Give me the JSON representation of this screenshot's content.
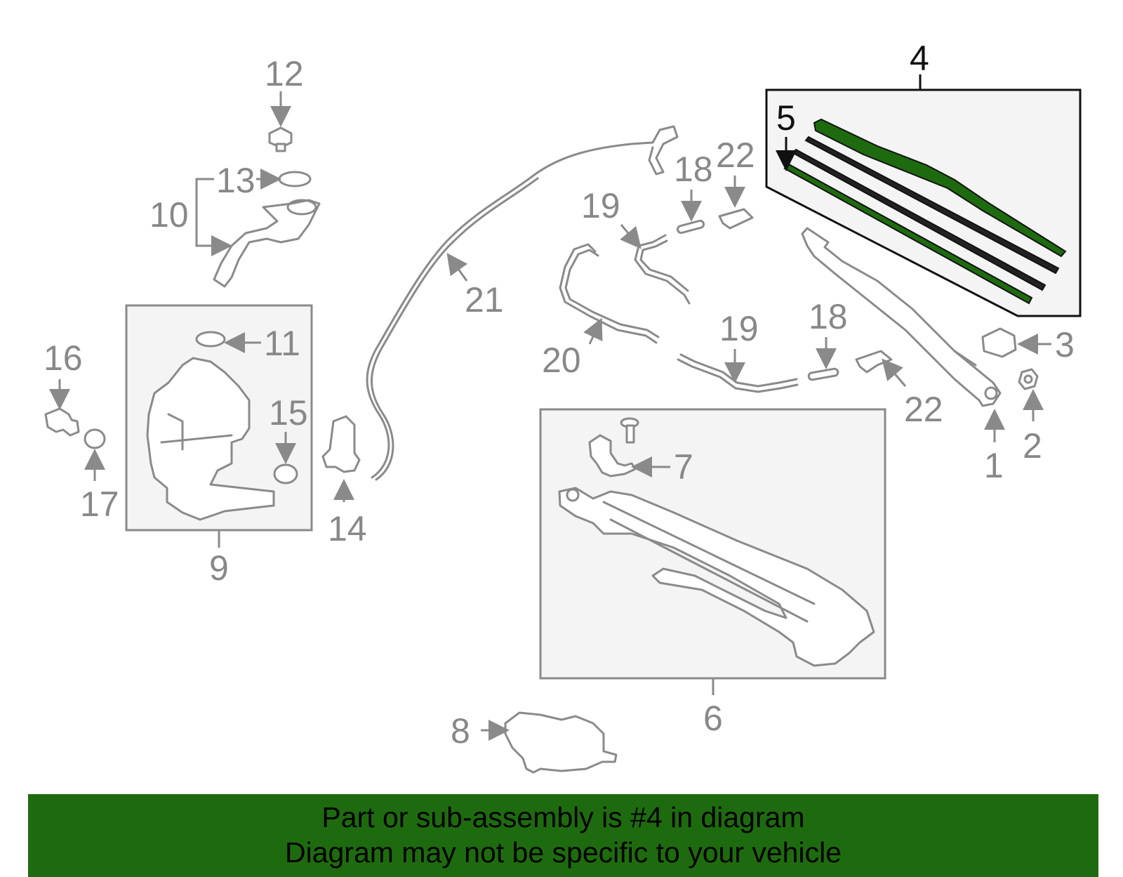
{
  "diagram": {
    "callouts": {
      "c1": "1",
      "c2": "2",
      "c3": "3",
      "c4": "4",
      "c5": "5",
      "c6": "6",
      "c7": "7",
      "c8": "8",
      "c9": "9",
      "c10": "10",
      "c11": "11",
      "c12": "12",
      "c13": "13",
      "c14": "14",
      "c15": "15",
      "c16": "16",
      "c17": "17",
      "c18a": "18",
      "c18b": "18",
      "c19a": "19",
      "c19b": "19",
      "c20": "20",
      "c21": "21",
      "c22a": "22",
      "c22b": "22"
    },
    "highlight_color": "#1e6b0f",
    "highlighted_part": "4"
  },
  "banner": {
    "line1": "Part or sub-assembly is #4 in diagram",
    "line2": "Diagram may not be specific to your vehicle",
    "background": "#1e6b0f"
  }
}
